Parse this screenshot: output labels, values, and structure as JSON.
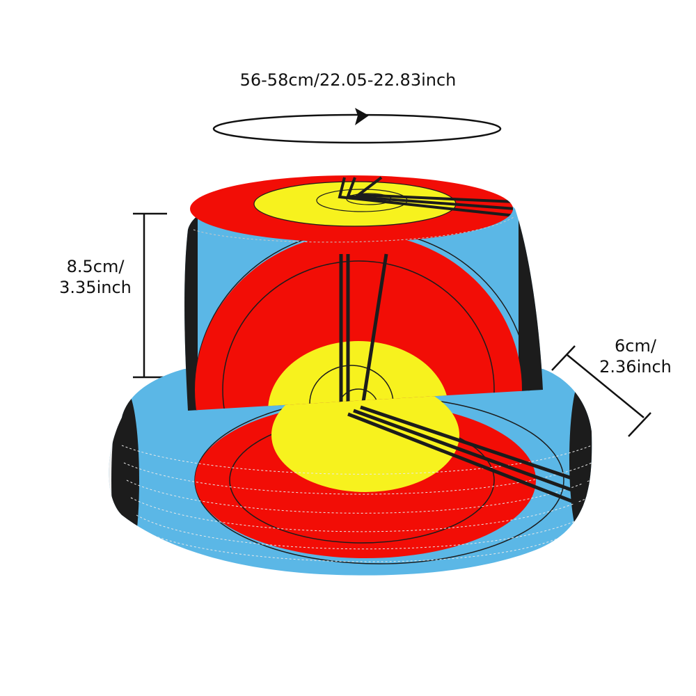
{
  "product": {
    "type": "bucket hat",
    "pattern": "archery target"
  },
  "dimensions": {
    "circumference": "56-58cm/22.05-22.83inch",
    "crown_height_line1": "8.5cm/",
    "crown_height_line2": "3.35inch",
    "brim_width_line1": "6cm/",
    "brim_width_line2": "2.36inch"
  },
  "colors": {
    "background": "#ffffff",
    "target_yellow": "#f7f21e",
    "target_red": "#f20d06",
    "target_blue": "#5bb7e6",
    "target_black": "#1c1c1c",
    "target_white": "#eeeeee",
    "annotation": "#111111"
  }
}
